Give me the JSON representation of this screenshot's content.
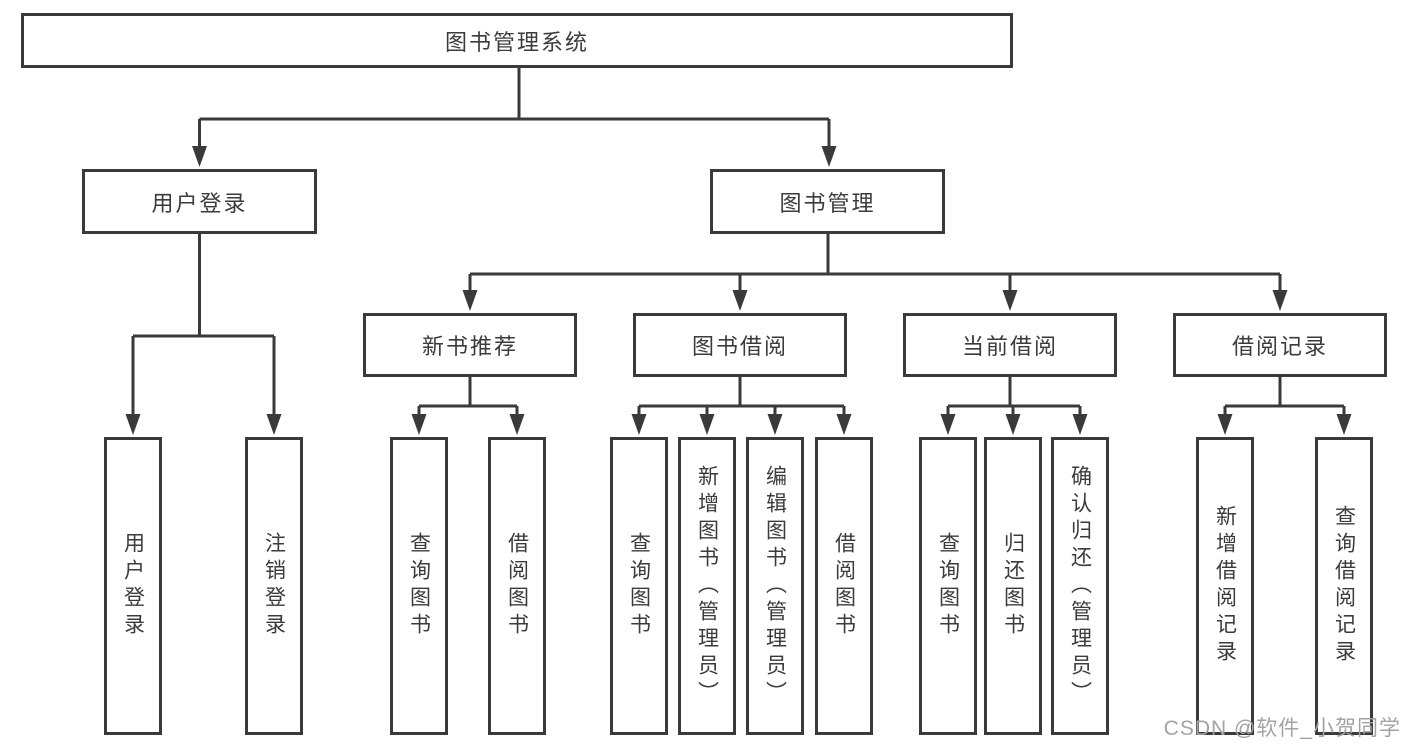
{
  "colors": {
    "line": "#3a3a3a",
    "text": "#3b3b3b",
    "watermark": "#a3a3a3",
    "background": "#ffffff"
  },
  "watermark": {
    "text": "CSDN @软件_小贺同学"
  },
  "tree": {
    "label": "图书管理系统",
    "children": [
      {
        "label": "用户登录",
        "children": [
          {
            "label": "用户登录"
          },
          {
            "label": "注销登录"
          }
        ]
      },
      {
        "label": "图书管理",
        "children": [
          {
            "label": "新书推荐",
            "children": [
              {
                "label": "查询图书"
              },
              {
                "label": "借阅图书"
              }
            ]
          },
          {
            "label": "图书借阅",
            "children": [
              {
                "label": "查询图书"
              },
              {
                "label": "新增图书（管理员）"
              },
              {
                "label": "编辑图书（管理员）"
              },
              {
                "label": "借阅图书"
              }
            ]
          },
          {
            "label": "当前借阅",
            "children": [
              {
                "label": "查询图书"
              },
              {
                "label": "归还图书"
              },
              {
                "label": "确认归还（管理员）"
              }
            ]
          },
          {
            "label": "借阅记录",
            "children": [
              {
                "label": "新增借阅记录"
              },
              {
                "label": "查询借阅记录"
              }
            ]
          }
        ]
      }
    ]
  }
}
